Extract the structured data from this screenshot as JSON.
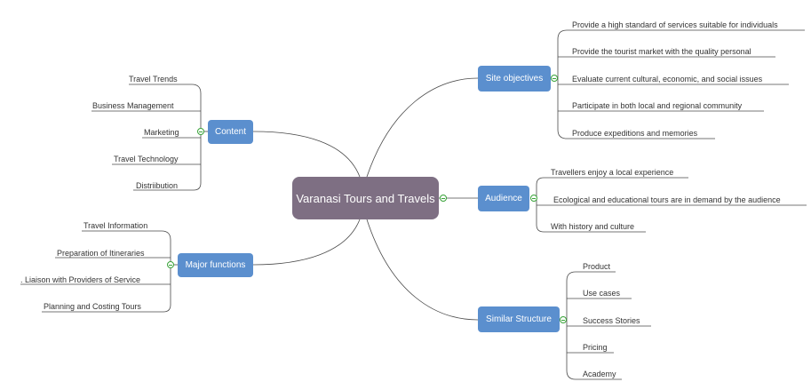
{
  "central": "Varanasi Tours and Travels",
  "topics": {
    "content": "Content",
    "major_functions": "Major functions",
    "site_objectives": "Site objectives",
    "audience": "Audience",
    "similar_structure": "Similar Structure"
  },
  "leaves": {
    "content": [
      "Travel Trends",
      "Business  Management",
      "Marketing",
      "Travel Technology",
      "Distriibution"
    ],
    "major_functions": [
      "Travel Information",
      "Preparation of Itineraries",
      ". Liaison with Providers of Service",
      "Planning and Costing Tours"
    ],
    "site_objectives": [
      "Provide a high standard of services suitable for individuals",
      "Provide the tourist market with the quality personal",
      "Evaluate current cultural, economic, and social issues",
      "Participate in both local and regional community",
      "Produce expeditions  and memories"
    ],
    "audience": [
      "Travellers  enjoy a local experience",
      "Ecological and educational tours are in demand by the audience",
      "With history and culture"
    ],
    "similar_structure": [
      "Product",
      "Use cases",
      "Success Stories",
      "Pricing",
      "Academy"
    ]
  },
  "colors": {
    "central": "#7e6f83",
    "topic": "#5b8fce",
    "line": "#4a4a4a",
    "toggle": "#39a339"
  }
}
